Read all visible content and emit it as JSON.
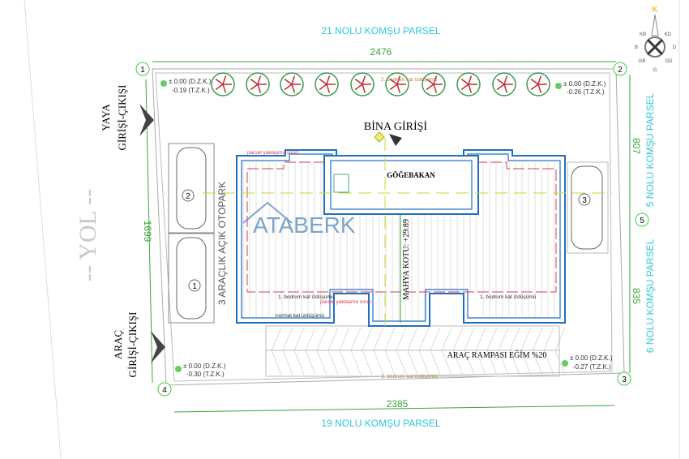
{
  "neighbors": {
    "north": "21 NOLU KOMŞU PARSEL",
    "south": "19 NOLU KOMŞU PARSEL",
    "east_upper": "5 NOLU KOMŞU PARSEL",
    "east_lower": "6 NOLU KOMŞU PARSEL"
  },
  "road": "-- YOL --",
  "entrances": {
    "pedestrian": [
      "YAYA",
      "GİRİŞİ-ÇIKIŞI"
    ],
    "vehicle": [
      "ARAÇ",
      "GİRİŞİ-ÇIKIŞI"
    ],
    "building": "BİNA GİRİŞİ"
  },
  "dimensions": {
    "top": "2476",
    "bottom": "2385",
    "left": "1699",
    "right_upper": "807",
    "right_lower": "835"
  },
  "corners": [
    "1",
    "2",
    "3",
    "4",
    "5"
  ],
  "elevations": [
    {
      "dzk": "± 0.00 (D.Z.K.)",
      "tzk": "-0.19 (T.Z.K.)"
    },
    {
      "dzk": "± 0.00 (D.Z.K.)",
      "tzk": "-0.26 (T.Z.K.)"
    },
    {
      "dzk": "± 0.00 (D.Z.K.)",
      "tzk": "-0.30 (T.Z.K.)"
    },
    {
      "dzk": "± 0.00 (D.Z.K.)",
      "tzk": "-0.27 (T.Z.K.)"
    }
  ],
  "labels": {
    "skylight": "GÖĞEBAKAN",
    "ridge": "MAHYA KOTU: +29.89",
    "parking": "3 ARAÇLIK AÇIK OTOPARK",
    "ramp": "ARAÇ RAMPASI EĞİM %20",
    "setback": "parsel yaklaşma sınırı",
    "basement2": "2. bodrum kat izdüşümü",
    "basement1": "1. bodrum kat izdüşümü",
    "normal_floor": "normal kat izdüşümü"
  },
  "parking_spots": [
    "1",
    "2",
    "3"
  ],
  "watermark": "ATABERK",
  "compass": {
    "n": "K",
    "ne": "KD",
    "e": "D",
    "se": "GD",
    "s": "G",
    "sw": "GB",
    "w": "B",
    "nw": "KB"
  },
  "colors": {
    "building_outline": "#1f6fc0",
    "setback": "#d04050",
    "neighbor_text": "#2fc7d8",
    "dimension": "#3aa53a",
    "watermark": "#5d8fbf"
  }
}
